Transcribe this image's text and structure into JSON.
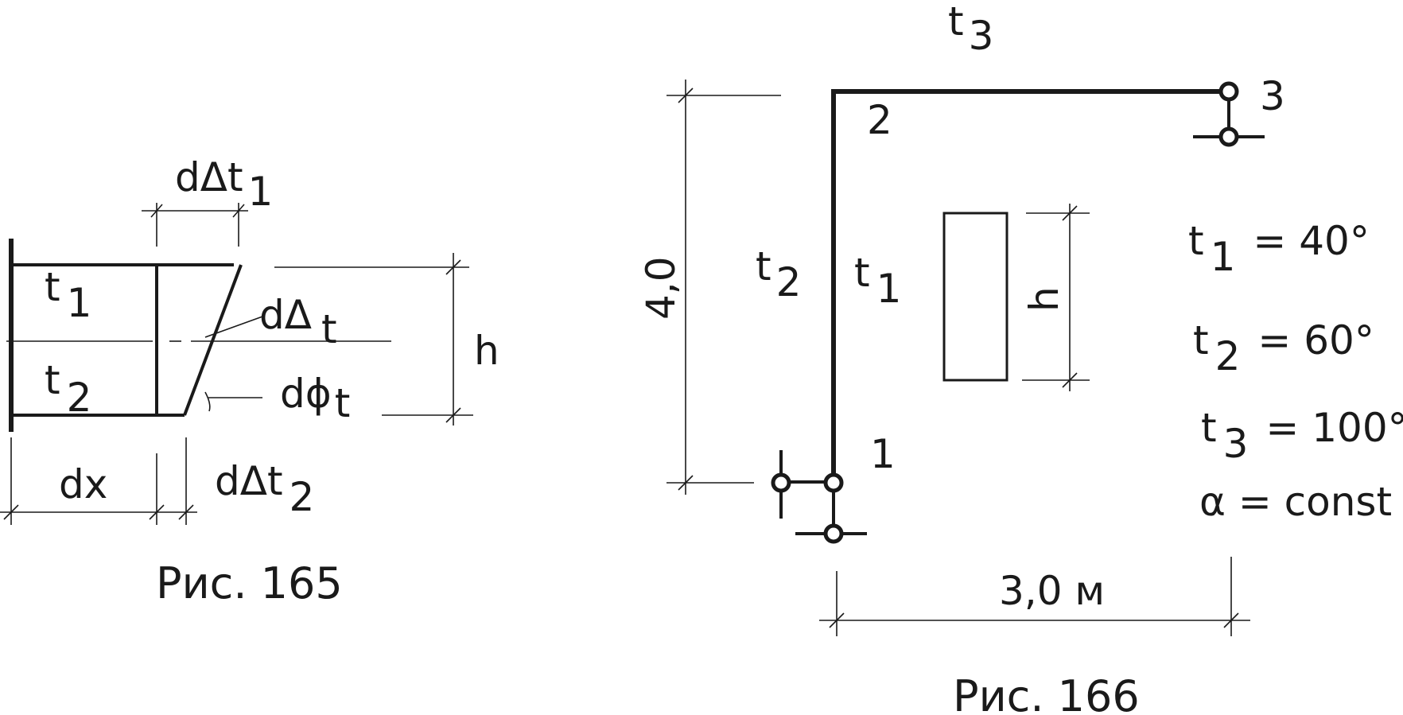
{
  "fig165": {
    "caption": "Рис. 165",
    "t1": "t",
    "t1_sub": "1",
    "t2": "t",
    "t2_sub": "2",
    "ddt1": "dΔt",
    "ddt1_sub": "1",
    "ddt": "dΔ",
    "ddt_sub": "t",
    "dphi": "dϕ",
    "dphi_sub": "t",
    "h": "h",
    "dx": "dx",
    "ddt2": "dΔt",
    "ddt2_sub": "2"
  },
  "fig166": {
    "caption": "Рис. 166",
    "t3_top": "t",
    "t3_top_sub": "3",
    "t2_left": "t",
    "t2_left_sub": "2",
    "t1_right": "t",
    "t1_right_sub": "1",
    "node1": "1",
    "node2": "2",
    "node3": "3",
    "dim_height": "4,0",
    "dim_width": "3,0 м",
    "section_h": "h",
    "cond_t1": "t",
    "cond_t1_sub": "1",
    "cond_t1_val": "= 40°",
    "cond_t2": "t",
    "cond_t2_sub": "2",
    "cond_t2_val": "= 60°",
    "cond_t3": "t",
    "cond_t3_sub": "3",
    "cond_t3_val": "= 100°",
    "cond_alpha": "α = const"
  }
}
